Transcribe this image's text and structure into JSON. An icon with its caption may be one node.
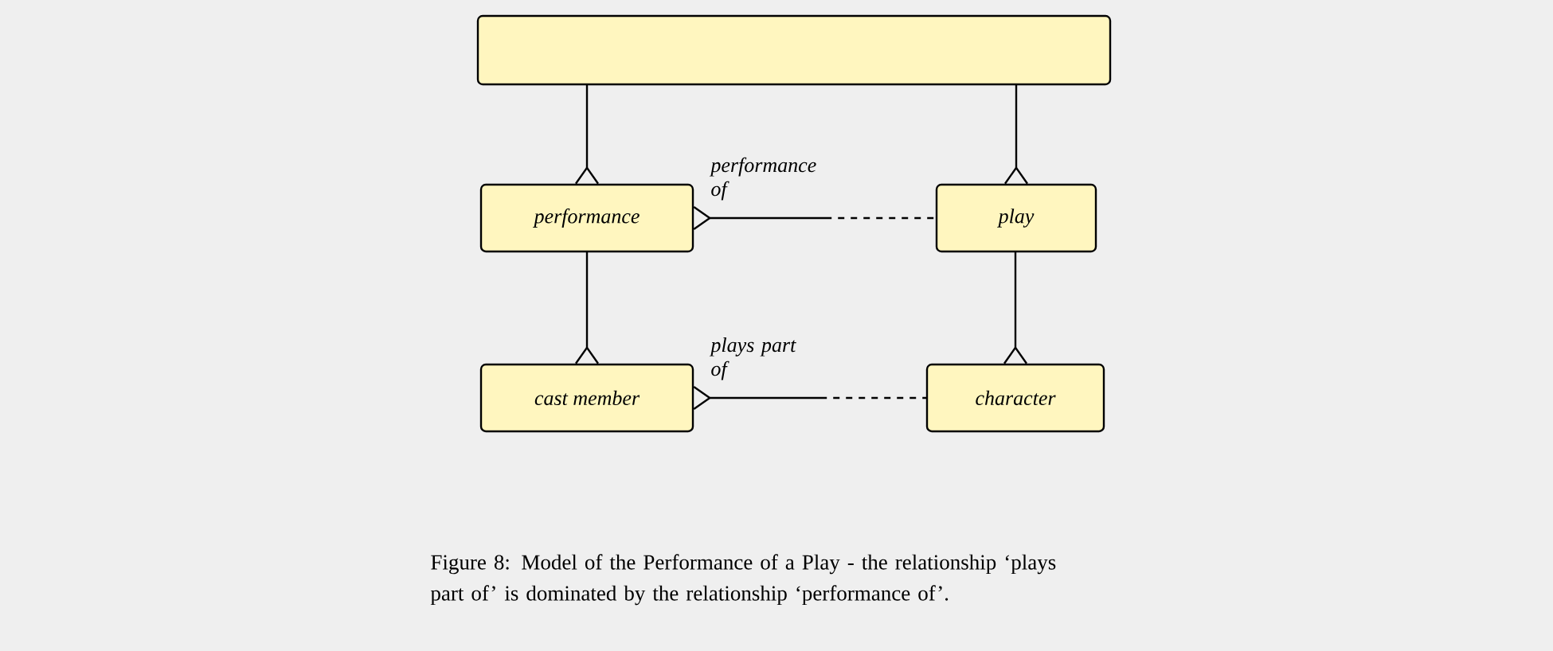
{
  "diagram": {
    "caption": "Figure 8: Model of the Performance of a Play - the relationship ‘plays part of’ is dominated by the relationship ‘performance of’.",
    "nodes": [
      {
        "text": [],
        "shape": "box"
      },
      {
        "text": [
          "performance"
        ]
      },
      {
        "text": [
          "play"
        ]
      },
      {
        "text": [
          "cast member"
        ]
      },
      {
        "text": [
          "character"
        ]
      }
    ],
    "edges": [
      {
        "from": 0,
        "to": 1,
        "arrow": "other"
      },
      {
        "from": 0,
        "to": 2,
        "arrow": "other"
      },
      {
        "from": 2,
        "to": 1,
        "arrow": "other",
        "label": "performance of",
        "style": "dashed"
      },
      {
        "from": 1,
        "to": 3,
        "arrow": "other"
      },
      {
        "from": 2,
        "to": 4,
        "arrow": "other"
      },
      {
        "from": 4,
        "to": 3,
        "arrow": "other",
        "label": "plays part of",
        "style": "dashed"
      }
    ]
  }
}
